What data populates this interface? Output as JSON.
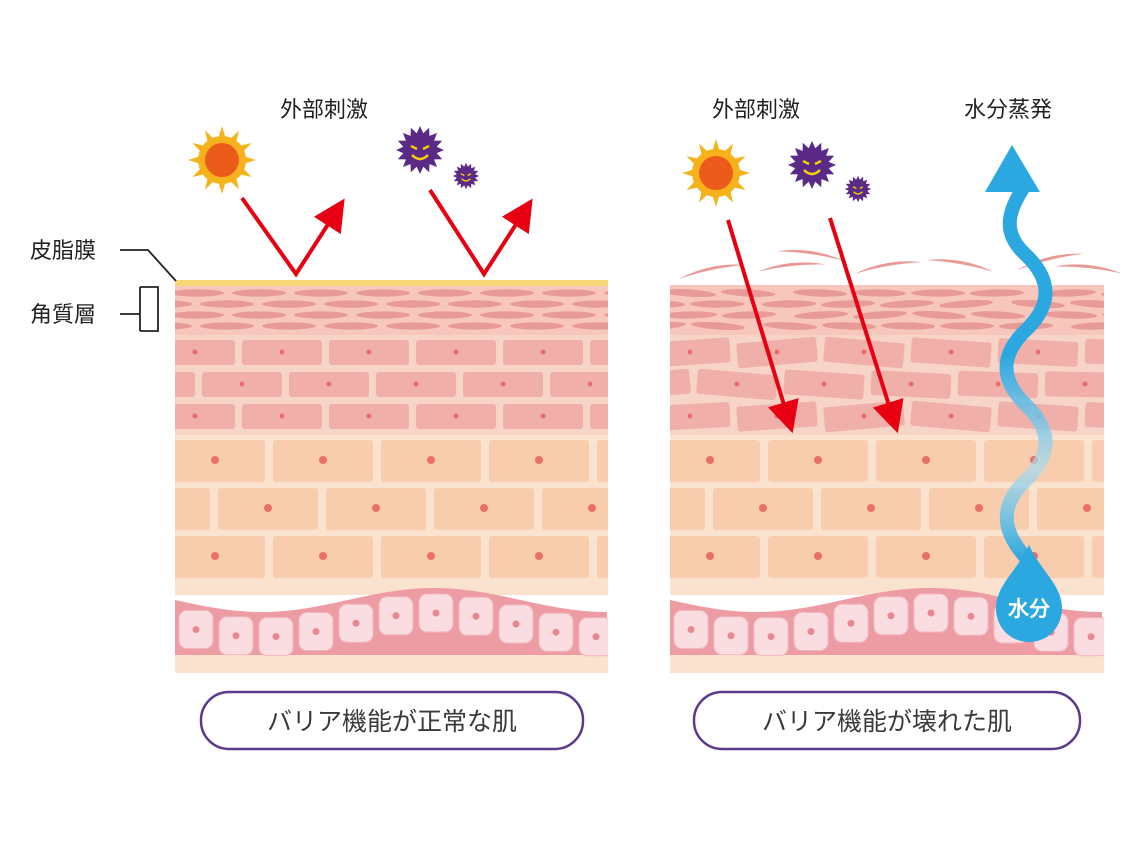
{
  "labels": {
    "stimulus_left": "外部刺激",
    "stimulus_right": "外部刺激",
    "evaporation": "水分蒸発",
    "sebum": "皮脂膜",
    "stratum": "角質層",
    "water": "水分"
  },
  "captions": {
    "normal": "バリア機能が正常な肌",
    "damaged": "バリア機能が壊れた肌"
  },
  "colors": {
    "sebum": "#f7d877",
    "stratum_bg": "#f7c7bd",
    "stratum_flake": "#e89a96",
    "upper_bg": "#f7d4c8",
    "upper_cell": "#f0a8a4",
    "lower_bg": "#fbe2cf",
    "lower_cell": "#f7c6a1",
    "basal_band": "#ee9ca4",
    "basal_cell": "#f9dde1",
    "nucleus": "#e86f6a",
    "arrow_red": "#e60012",
    "water_blue": "#2ba8e0",
    "caption_border": "#5b3a8c",
    "sun_ray": "#f5b21b",
    "sun_core": "#ec5a1c",
    "germ": "#5b2a86"
  },
  "icons": [
    "sun-icon",
    "germ-icon",
    "water-drop-icon"
  ]
}
